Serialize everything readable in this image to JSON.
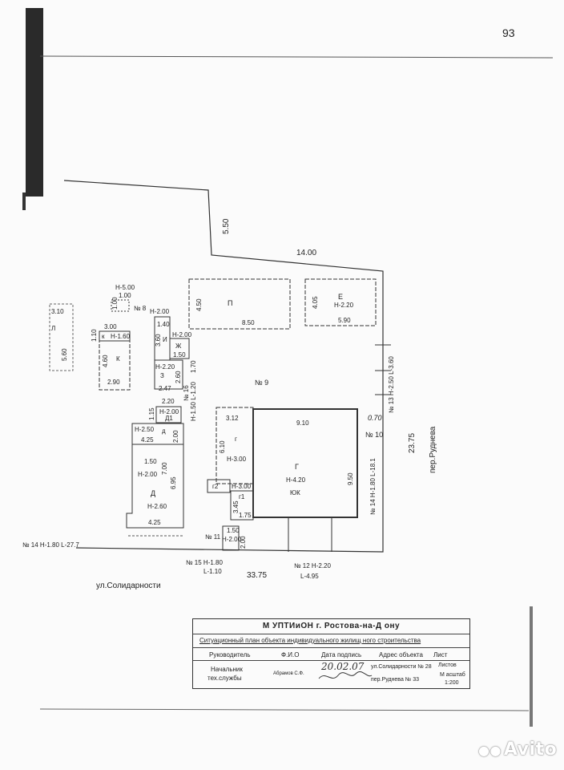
{
  "page": {
    "sheet_number": "93"
  },
  "plan": {
    "outer_dims": {
      "left_top": "5.50",
      "top": "14.00",
      "right": "23.75",
      "bottom": "33.75"
    },
    "streets": {
      "bottom": "ул.Солидарности",
      "right": "пер.Руднева"
    },
    "buildings": {
      "P": {
        "letter": "П",
        "d1": "4.50",
        "d2": "8.50"
      },
      "E": {
        "letter": "Е",
        "h": "Н-2.20",
        "d1": "4.05",
        "d2": "5.90"
      },
      "G": {
        "letter": "Г",
        "h": "Н-4.20",
        "sub": "ЮК",
        "d1": "9.10",
        "d2": "9.50"
      },
      "g": {
        "letter": "г",
        "d1": "3.12",
        "d2": "6.10",
        "h": "Н-3.00"
      },
      "g2": {
        "letter": "г2",
        "h": "Н-3.00"
      },
      "g1": {
        "letter": "г1",
        "d1": "3.45",
        "d2": "1.75"
      },
      "D": {
        "letter": "Д",
        "h1": "Н-2.00",
        "d0": "1.50",
        "d1": "7.00",
        "d2": "6.95",
        "h2": "Н-2.60",
        "d3": "4.25",
        "sub": "Д"
      },
      "d": {
        "letter": "д",
        "h": "Н-2.50",
        "d1": "4.25",
        "d2": "2.00"
      },
      "D1": {
        "letter": "Д1",
        "h": "Н-2.00",
        "d1": "1.15"
      },
      "Z": {
        "letter": "З",
        "h": "Н-2.20",
        "d1": "2.60",
        "d2": "2.47",
        "d3": "2.20"
      },
      "I": {
        "letter": "И",
        "h": "Н-2.00",
        "d1": "1.40",
        "d2": "3.60"
      },
      "Zh": {
        "letter": "Ж",
        "h": "Н-2.00",
        "d1": "1.50",
        "d2": "1.70"
      },
      "K": {
        "letter": "К",
        "d1": "4.60",
        "d2": "2.90"
      },
      "k": {
        "letter": "к",
        "h": "Н-1.60",
        "d1": "3.00",
        "d2": "1.10"
      },
      "L": {
        "letter": "Л",
        "d1": "3.10",
        "d2": "5.60"
      },
      "n8": {
        "label": "№ 8",
        "h": "Н-5.00",
        "d1": "1.00",
        "d2": "1.00"
      },
      "n11": {
        "label": "№ 11",
        "d1": "1.50",
        "h": "Н-2.00",
        "d2": "2.00"
      }
    },
    "points": {
      "n9": "№ 9",
      "n10": "№ 10",
      "n13": "№ 13 Н-2.50 L-3.60",
      "n14r": "№ 14 Н-1.80 L-18.1",
      "n14l": "№ 14 Н-1.80 L-27.7",
      "n15a": "№ 15 Н-1.80",
      "n15b": "L-1.10",
      "n16": "№ 16",
      "n16b": "Н-1.50 L-1.20",
      "n12a": "№ 12 Н-2.20",
      "n12b": "L-4.95",
      "extra": "0.70"
    }
  },
  "stamp": {
    "title": "М УПТИиОН г. Ростова-на-Д ону",
    "subtitle": "Ситуационный  план объекта индивидуального жилищ ного строительства",
    "headers": {
      "role": "Руководитель",
      "name": "Ф.И.О",
      "date": "Дата подпись",
      "address": "Адрес объекта",
      "sheet": "Лист"
    },
    "role_value_1": "Начальник",
    "role_value_2": "тех.службы",
    "name_value": "Абрамов С.Ф.",
    "date_value": "20.02.07",
    "address_1": "ул.Солидарности  №  28",
    "address_2": "пер.Руднева  №  33",
    "sheets_label": "Листов",
    "scale_label": "М асштаб",
    "scale_value": "1:200"
  },
  "watermark": "Avito"
}
